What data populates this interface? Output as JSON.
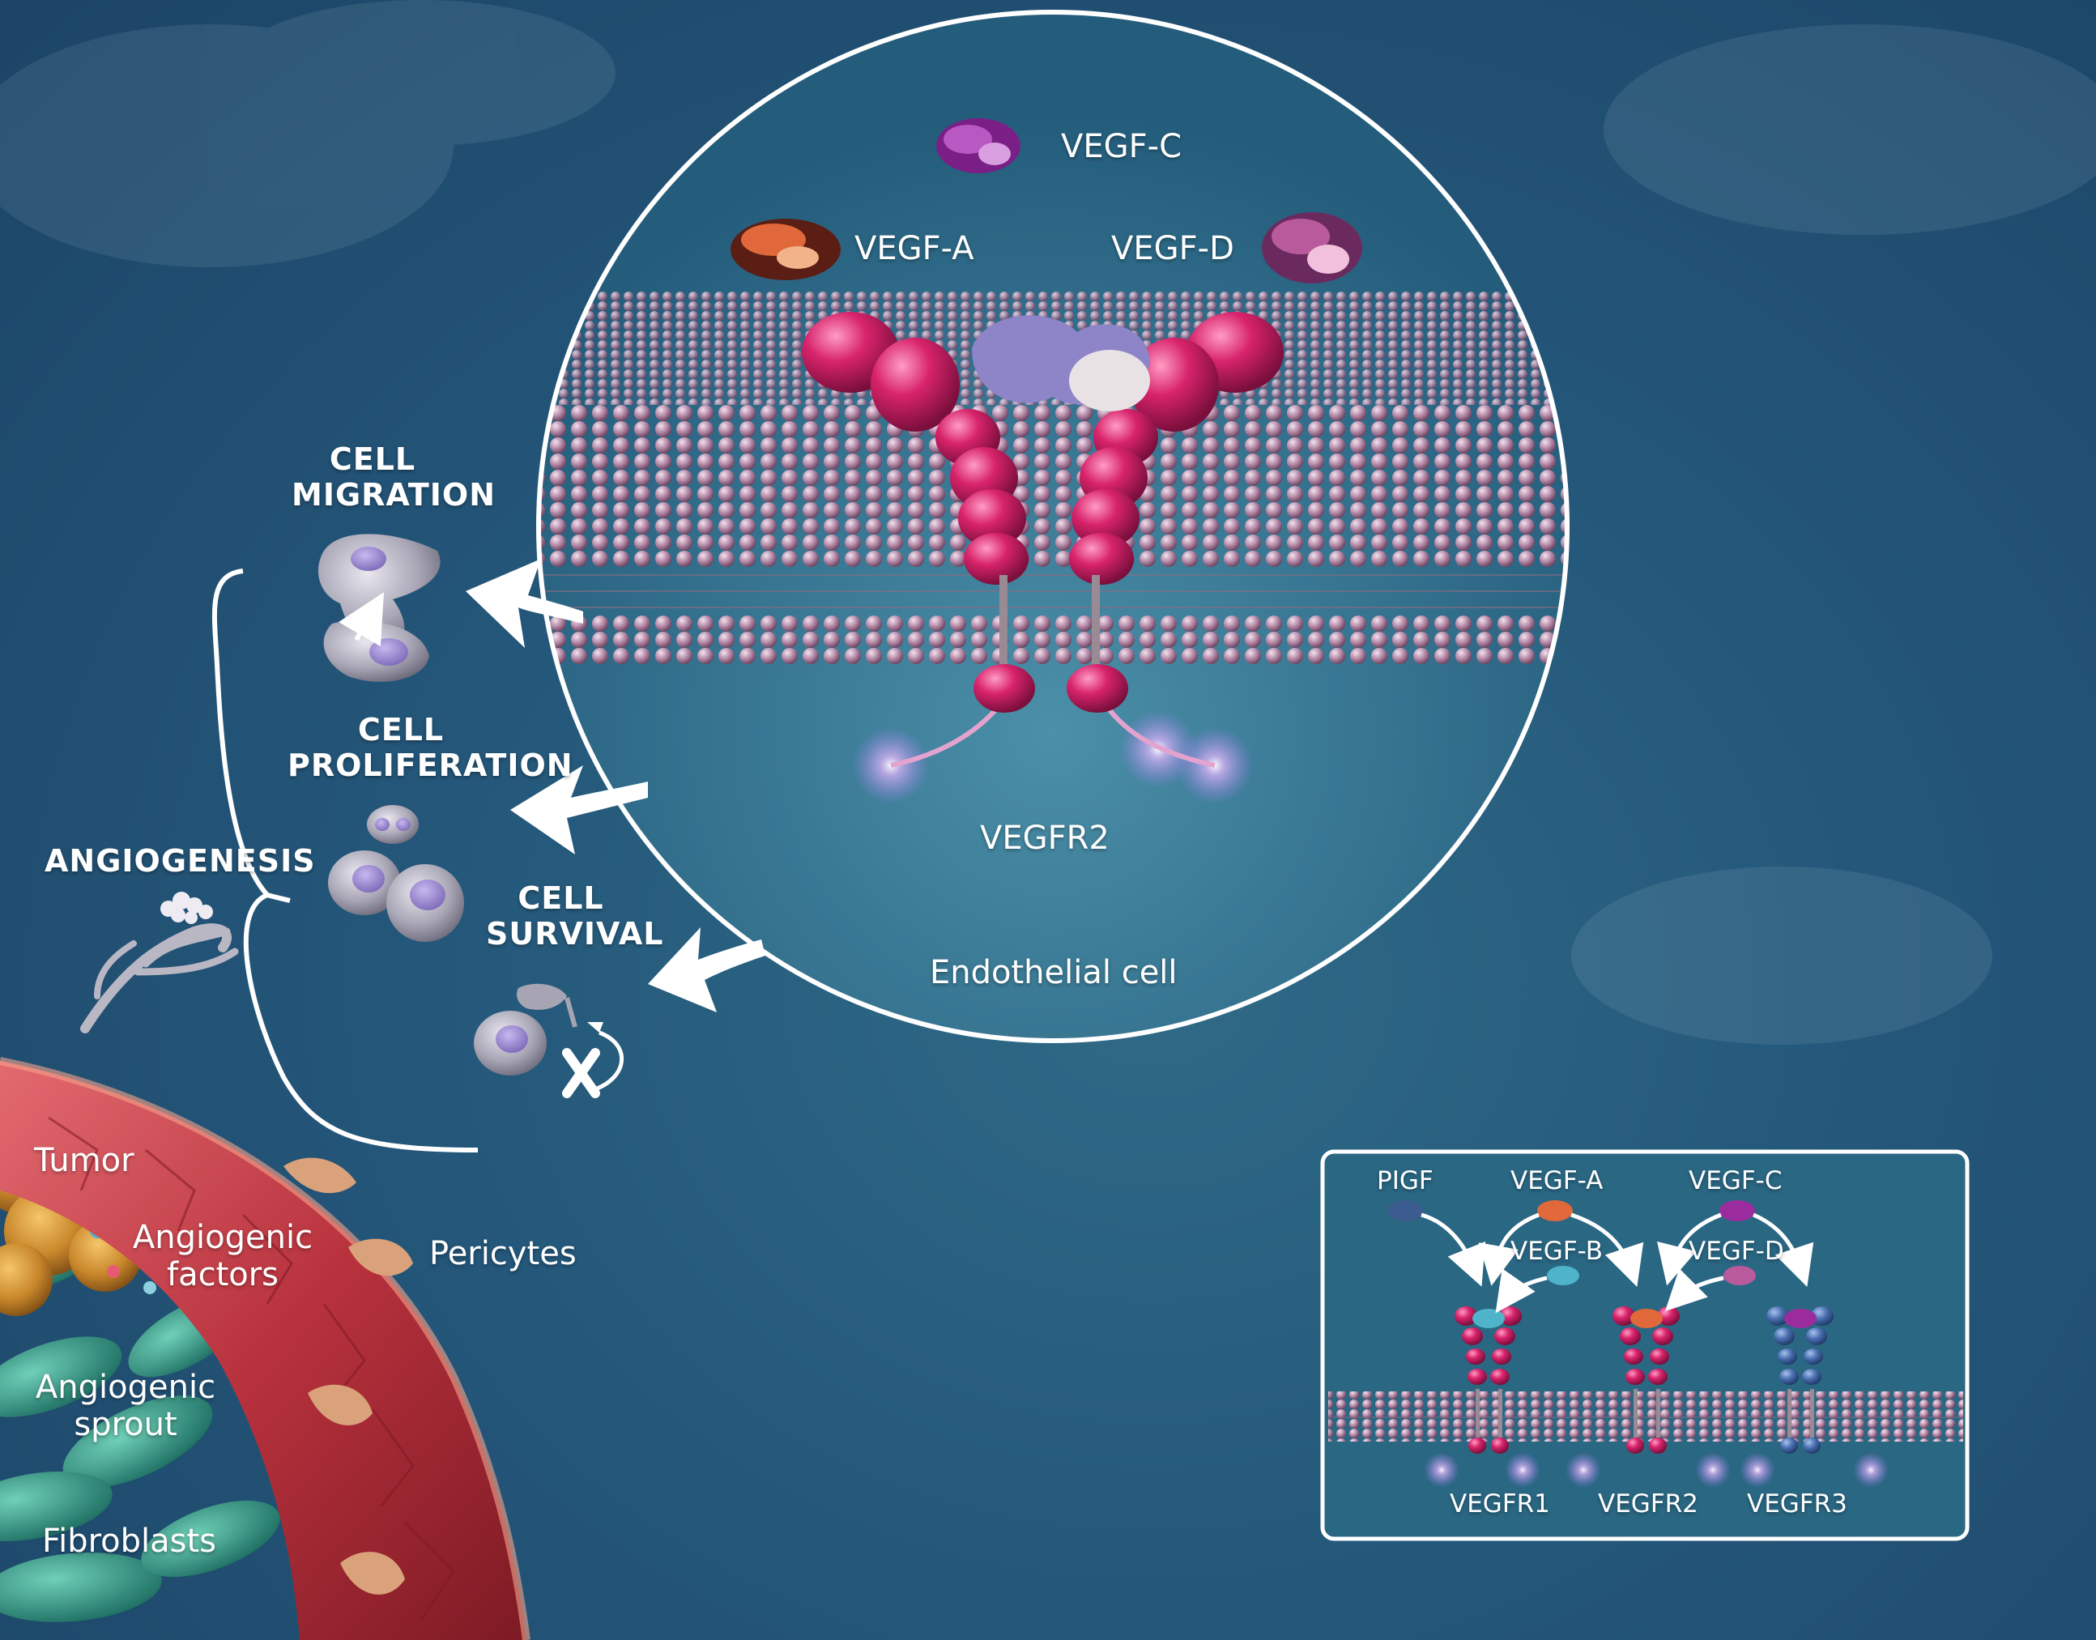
{
  "colors": {
    "background": "#24577a",
    "membrane": "#c9a3bd",
    "receptor": "#d8236b",
    "vegf_a": "#e0683a",
    "vegf_c": "#9b2c9e",
    "vegf_d": "#b85a9c",
    "vegfr3": "#4a6fb0",
    "vessel": "#c9414b",
    "tumor": "#d89a3a",
    "fibroblast": "#2e9a86"
  },
  "outcomes": {
    "migration": "CELL\nMIGRATION",
    "proliferation": "CELL\nPROLIFERATION",
    "survival": "CELL\nSURVIVAL",
    "angiogenesis": "ANGIOGENESIS"
  },
  "circle": {
    "vegf_c": "VEGF-C",
    "vegf_a": "VEGF-A",
    "vegf_d": "VEGF-D",
    "receptor": "VEGFR2",
    "cell": "Endothelial cell"
  },
  "vessel_labels": {
    "tumor": "Tumor",
    "factors": "Angiogenic\nfactors",
    "pericytes": "Pericytes",
    "sprout": "Angiogenic\nsprout",
    "fibroblasts": "Fibroblasts"
  },
  "inset": {
    "pigf": "PIGF",
    "vegf_a": "VEGF-A",
    "vegf_b": "VEGF-B",
    "vegf_c": "VEGF-C",
    "vegf_d": "VEGF-D",
    "r1": "VEGFR1",
    "r2": "VEGFR2",
    "r3": "VEGFR3"
  }
}
